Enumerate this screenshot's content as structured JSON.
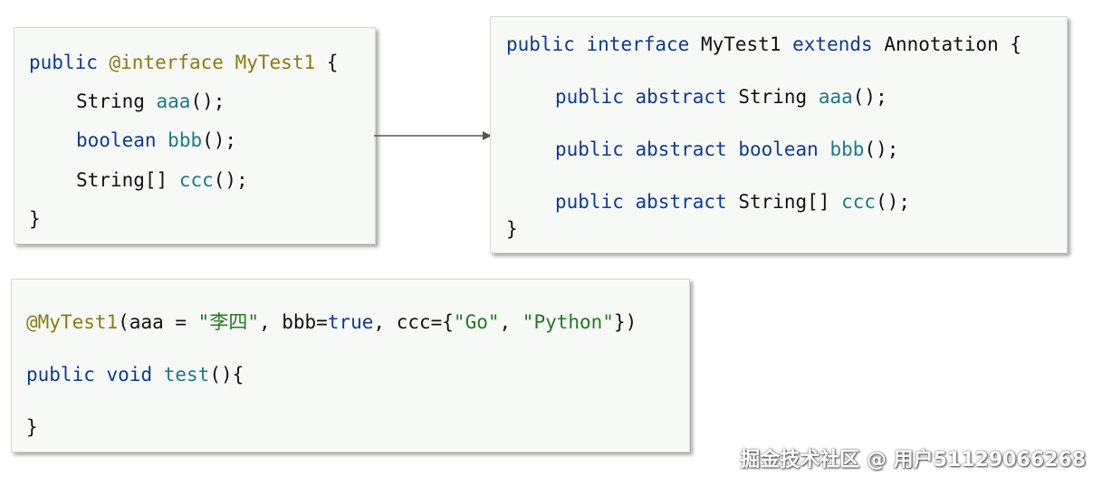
{
  "panel_a": {
    "line1": {
      "kw": "public",
      "ann": "@interface",
      "name": "MyTest1",
      "brace": "{"
    },
    "line2": {
      "type": "String",
      "fn": "aaa",
      "rest": "();"
    },
    "line3": {
      "type": "boolean",
      "fn": "bbb",
      "rest": "();"
    },
    "line4": {
      "type": "String[]",
      "fn": "ccc",
      "rest": "();"
    },
    "close": "}"
  },
  "panel_b": {
    "line1": {
      "kw1": "public",
      "kw2": "interface",
      "name": "MyTest1",
      "kw3": "extends",
      "parent": "Annotation",
      "brace": "{"
    },
    "line2": {
      "kw1": "public",
      "kw2": "abstract",
      "type": "String",
      "fn": "aaa",
      "rest": "();"
    },
    "line3": {
      "kw1": "public",
      "kw2": "abstract",
      "type": "boolean",
      "fn": "bbb",
      "rest": "();"
    },
    "line4": {
      "kw1": "public",
      "kw2": "abstract",
      "type": "String[]",
      "fn": "ccc",
      "rest": "();"
    },
    "close": "}"
  },
  "panel_c": {
    "line1": {
      "ann": "@MyTest1",
      "p1": "(aaa = ",
      "s1": "\"李四\"",
      "p2": ", bbb=",
      "kwtrue": "true",
      "p3": ", ccc={",
      "s2": "\"Go\"",
      "p4": ", ",
      "s3": "\"Python\"",
      "p5": "})"
    },
    "line2": {
      "kw1": "public",
      "kw2": "void",
      "fn": "test",
      "rest": "(){"
    },
    "close": "}"
  },
  "watermark": "掘金技术社区 @ 用户51129066268",
  "colors": {
    "keyword": "#0d3a99",
    "method": "#1a7a8a",
    "annotation": "#8c7a12",
    "string": "#227a22",
    "panel_bg": "#f7f9f6"
  }
}
